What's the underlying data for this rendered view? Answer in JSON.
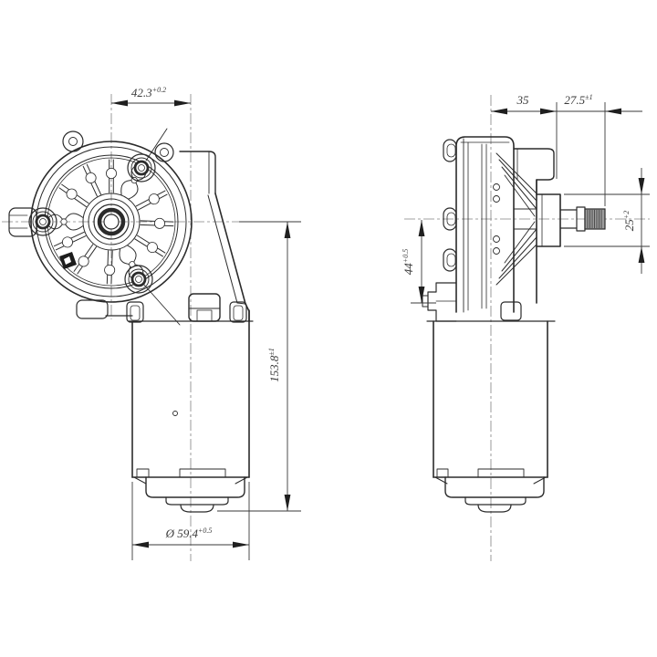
{
  "drawing": {
    "background": "#ffffff",
    "line_color": "#2b2b2b",
    "centerline_color": "#828282",
    "shaft_knurl_fill": "#9c9c9c"
  },
  "dimensions": {
    "gear_axis_to_motor_axis": {
      "value": "42.3",
      "tol": "+0.2"
    },
    "axis_to_mount_face": {
      "value": "35",
      "tol": ""
    },
    "mount_face_to_shaft_tip": {
      "value": "27.5",
      "tol": "±1"
    },
    "shaft_boss_height": {
      "value": "25",
      "tol": "+2"
    },
    "axis_to_lower_boss": {
      "value": "44",
      "tol": "+0.5"
    },
    "overall_length": {
      "value": "153.8",
      "tol": "±1"
    },
    "motor_diameter": {
      "value": "Ø 59.4",
      "tol": "+0.5"
    }
  }
}
